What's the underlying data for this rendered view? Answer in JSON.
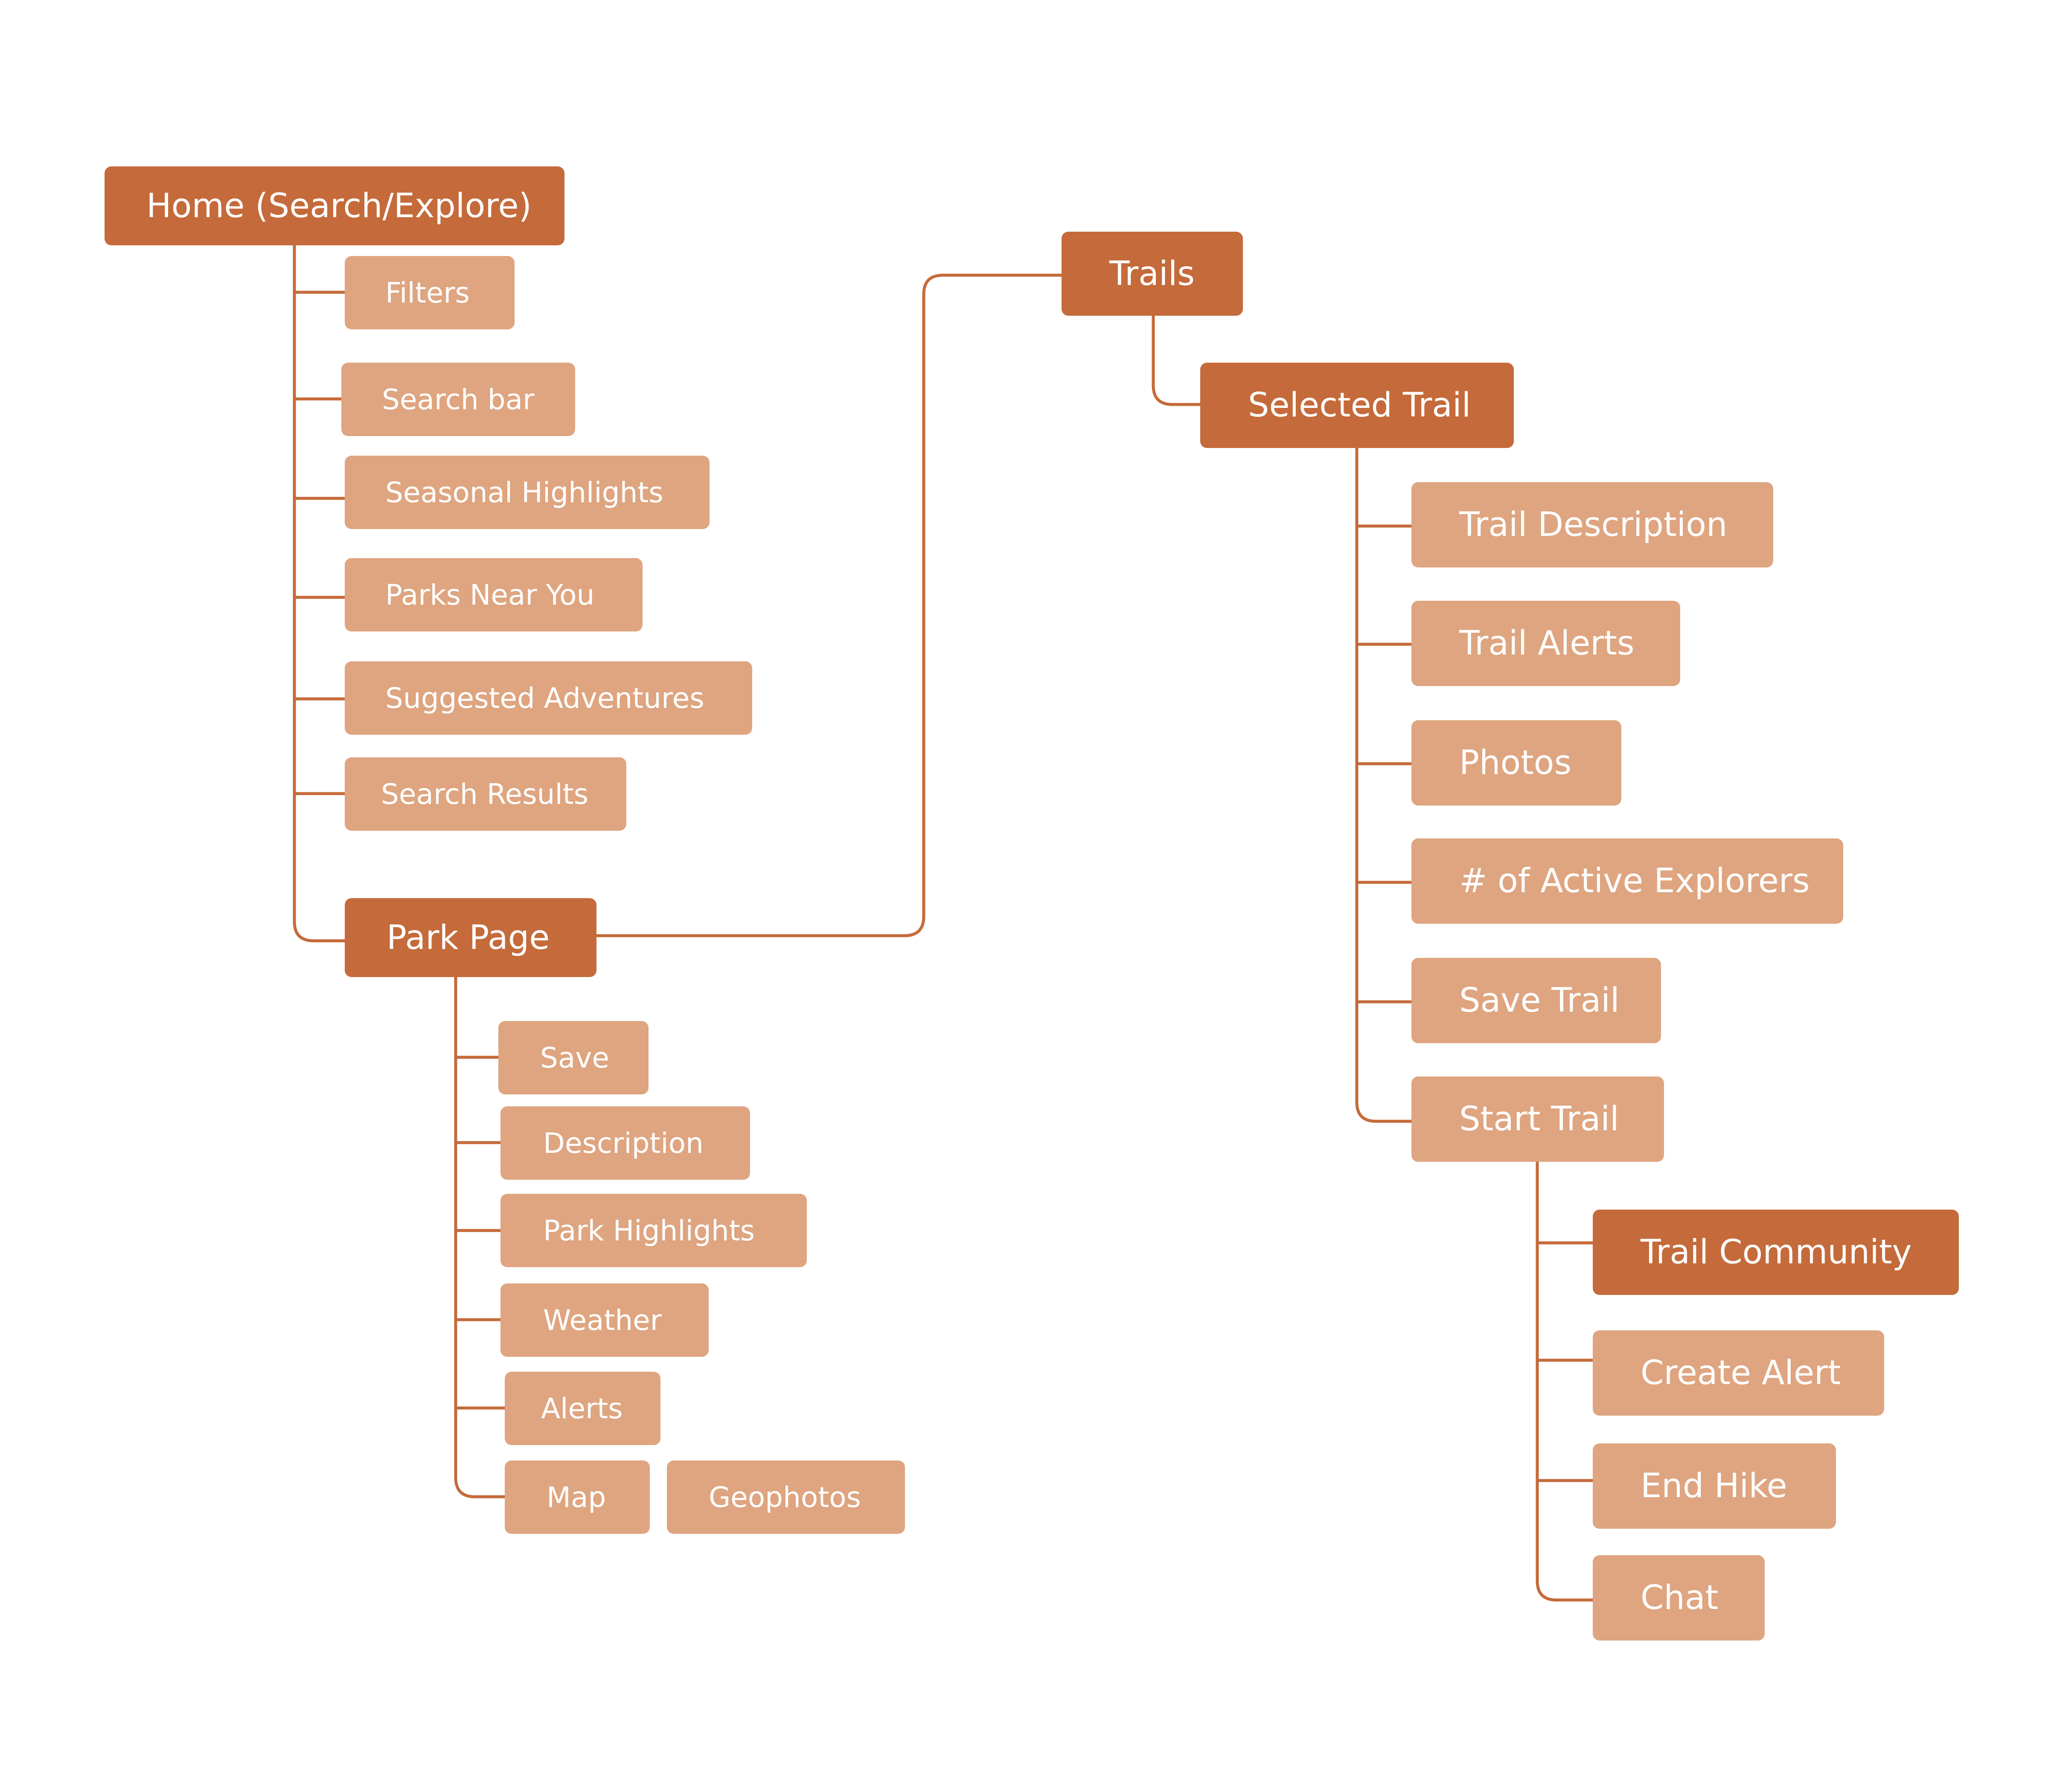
{
  "colors": {
    "primary_node": "#c56a3a",
    "secondary_node": "#dea580",
    "connector": "#c56a3a",
    "node_text": "#ffffff",
    "background": "#ffffff"
  },
  "nodes": {
    "home": "Home (Search/Explore)",
    "filters": "Filters",
    "search_bar": "Search bar",
    "seasonal_highlights": "Seasonal Highlights",
    "parks_near_you": "Parks Near You",
    "suggested_adventures": "Suggested Adventures",
    "search_results": "Search Results",
    "park_page": "Park Page",
    "save": "Save",
    "description": "Description",
    "park_highlights": "Park Highlights",
    "weather": "Weather",
    "alerts": "Alerts",
    "map": "Map",
    "geophotos": "Geophotos",
    "trails": "Trails",
    "selected_trail": "Selected Trail",
    "trail_description": "Trail Description",
    "trail_alerts": "Trail Alerts",
    "photos": "Photos",
    "active_explorers": "# of Active Explorers",
    "save_trail": "Save Trail",
    "start_trail": "Start Trail",
    "trail_community": "Trail Community",
    "create_alert": "Create Alert",
    "end_hike": "End Hike",
    "chat": "Chat"
  }
}
